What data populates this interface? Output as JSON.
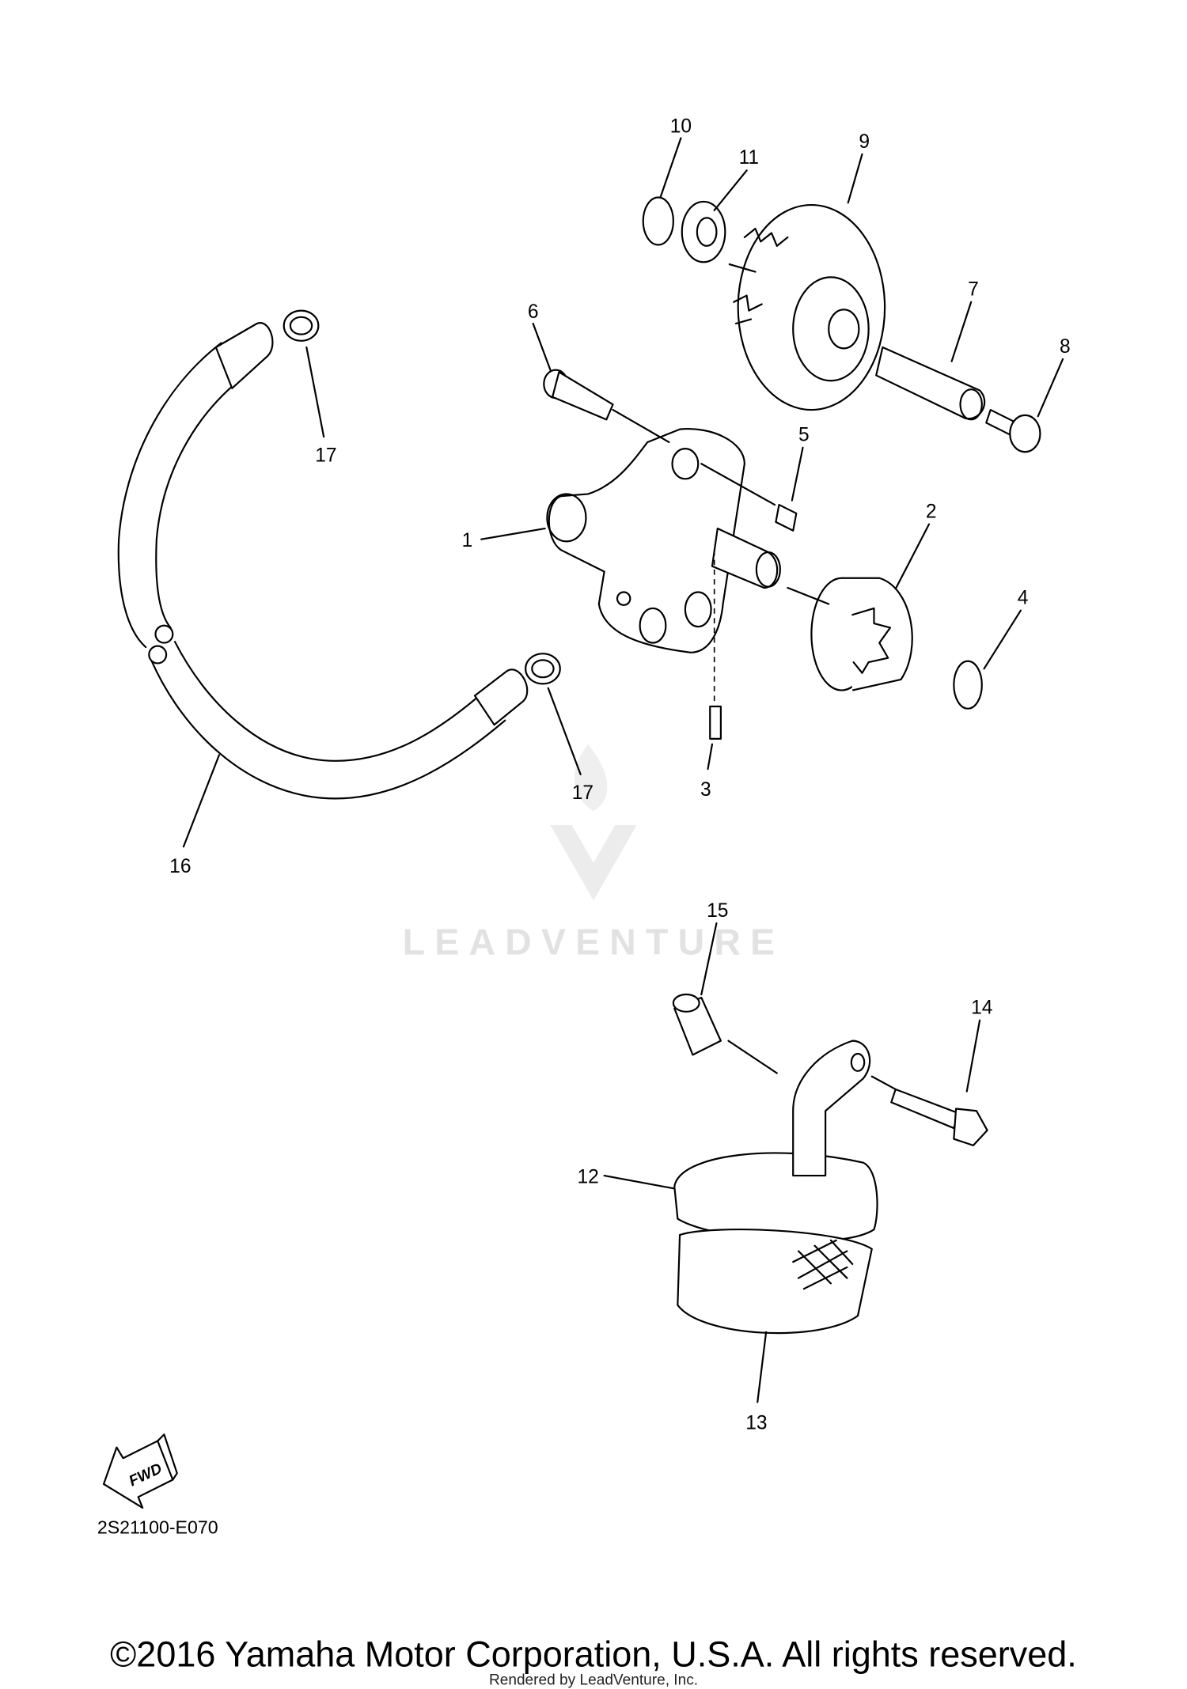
{
  "diagram": {
    "callouts": [
      "1",
      "2",
      "3",
      "4",
      "5",
      "6",
      "7",
      "8",
      "9",
      "10",
      "11",
      "12",
      "13",
      "14",
      "15",
      "16",
      "17",
      "17"
    ],
    "fwd_label": "FWD",
    "diagram_code": "2S21100-E070",
    "watermark": "LEADVENTURE",
    "copyright": "©2016 Yamaha Motor Corporation, U.S.A. All rights reserved.",
    "rendered_by": "Rendered by LeadVenture, Inc."
  }
}
